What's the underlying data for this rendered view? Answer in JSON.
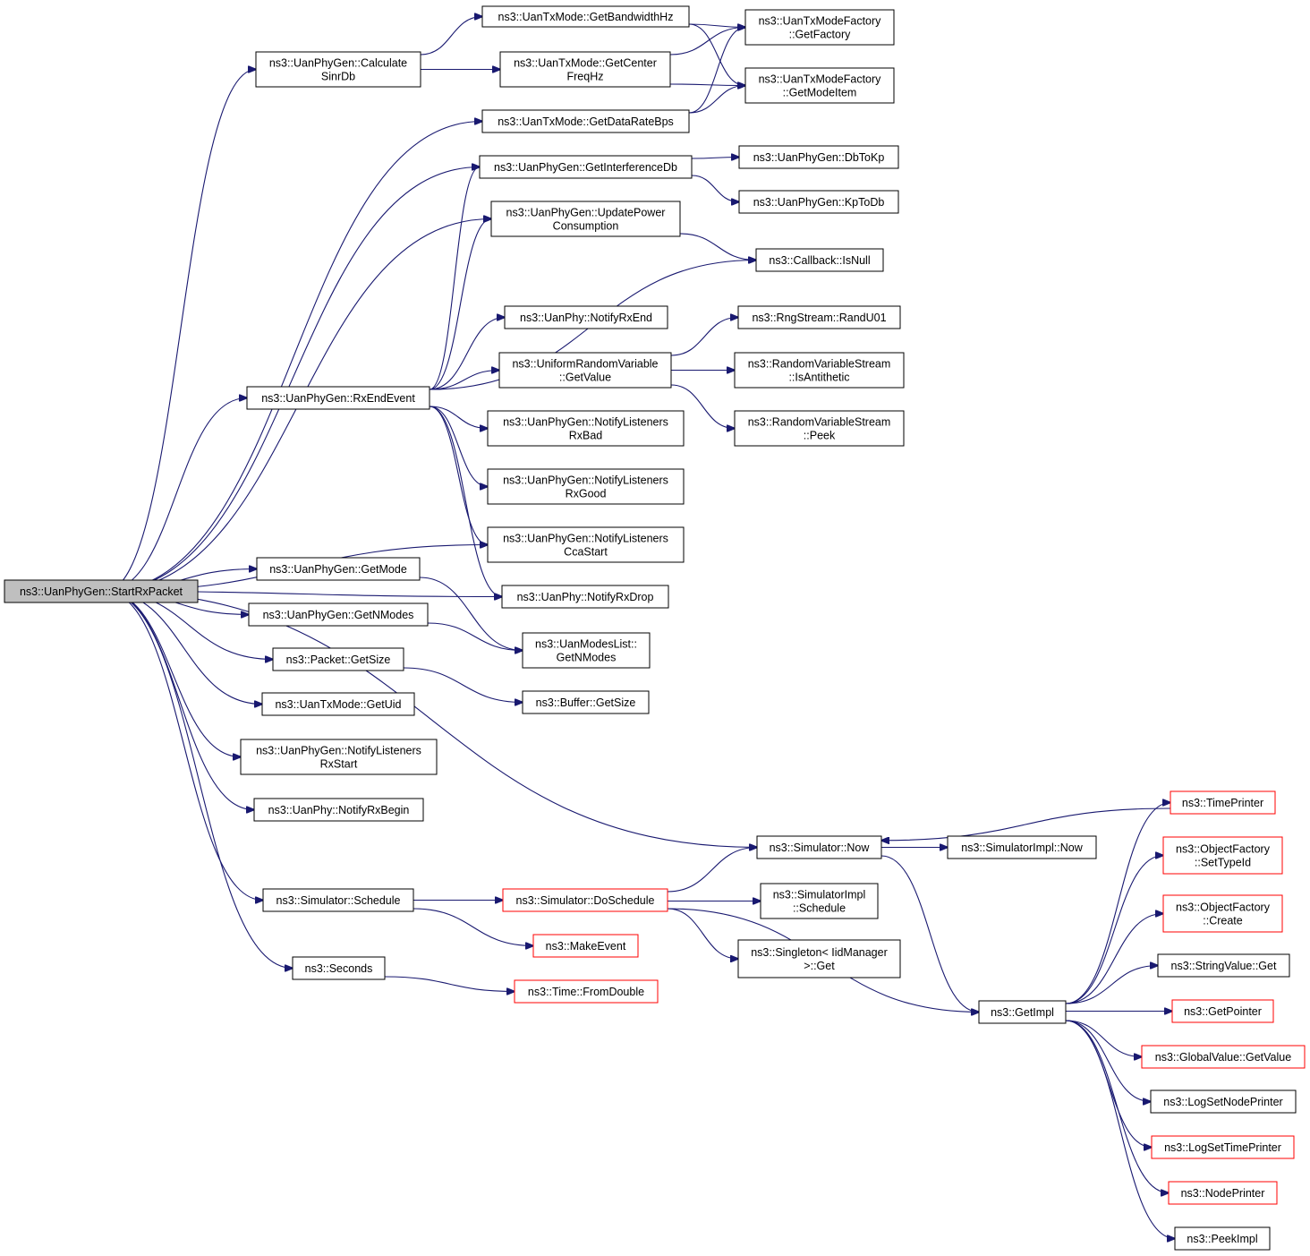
{
  "colors": {
    "edge": "#191970",
    "node_border": "#000000",
    "node_border_red": "#ff0000",
    "root_fill": "#bfbfbf"
  },
  "nodes": [
    {
      "id": "StartRxPacket",
      "lines": [
        "ns3::UanPhyGen::StartRxPacket"
      ],
      "style": "root"
    },
    {
      "id": "CalculateSinrDb",
      "lines": [
        "ns3::UanPhyGen::Calculate",
        "SinrDb"
      ],
      "style": "normal"
    },
    {
      "id": "GetBandwidthHz",
      "lines": [
        "ns3::UanTxMode::GetBandwidthHz"
      ],
      "style": "normal"
    },
    {
      "id": "GetCenterFreqHz",
      "lines": [
        "ns3::UanTxMode::GetCenter",
        "FreqHz"
      ],
      "style": "normal"
    },
    {
      "id": "GetDataRateBps",
      "lines": [
        "ns3::UanTxMode::GetDataRateBps"
      ],
      "style": "normal"
    },
    {
      "id": "GetFactory",
      "lines": [
        "ns3::UanTxModeFactory",
        "::GetFactory"
      ],
      "style": "normal"
    },
    {
      "id": "GetModeItem",
      "lines": [
        "ns3::UanTxModeFactory",
        "::GetModeItem"
      ],
      "style": "normal"
    },
    {
      "id": "GetInterferenceDb",
      "lines": [
        "ns3::UanPhyGen::GetInterferenceDb"
      ],
      "style": "normal"
    },
    {
      "id": "DbToKp",
      "lines": [
        "ns3::UanPhyGen::DbToKp"
      ],
      "style": "normal"
    },
    {
      "id": "KpToDb",
      "lines": [
        "ns3::UanPhyGen::KpToDb"
      ],
      "style": "normal"
    },
    {
      "id": "UpdatePower",
      "lines": [
        "ns3::UanPhyGen::UpdatePower",
        "Consumption"
      ],
      "style": "normal"
    },
    {
      "id": "IsNull",
      "lines": [
        "ns3::Callback::IsNull"
      ],
      "style": "normal"
    },
    {
      "id": "NotifyRxEnd",
      "lines": [
        "ns3::UanPhy::NotifyRxEnd"
      ],
      "style": "normal"
    },
    {
      "id": "RandU01",
      "lines": [
        "ns3::RngStream::RandU01"
      ],
      "style": "normal"
    },
    {
      "id": "URVGetValue",
      "lines": [
        "ns3::UniformRandomVariable",
        "::GetValue"
      ],
      "style": "normal"
    },
    {
      "id": "IsAntithetic",
      "lines": [
        "ns3::RandomVariableStream",
        "::IsAntithetic"
      ],
      "style": "normal"
    },
    {
      "id": "RxEndEvent",
      "lines": [
        "ns3::UanPhyGen::RxEndEvent"
      ],
      "style": "normal"
    },
    {
      "id": "Peek",
      "lines": [
        "ns3::RandomVariableStream",
        "::Peek"
      ],
      "style": "normal"
    },
    {
      "id": "NLRxBad",
      "lines": [
        "ns3::UanPhyGen::NotifyListeners",
        "RxBad"
      ],
      "style": "normal"
    },
    {
      "id": "NLRxGood",
      "lines": [
        "ns3::UanPhyGen::NotifyListeners",
        "RxGood"
      ],
      "style": "normal"
    },
    {
      "id": "NLCcaStart",
      "lines": [
        "ns3::UanPhyGen::NotifyListeners",
        "CcaStart"
      ],
      "style": "normal"
    },
    {
      "id": "GetMode",
      "lines": [
        "ns3::UanPhyGen::GetMode"
      ],
      "style": "normal"
    },
    {
      "id": "NotifyRxDrop",
      "lines": [
        "ns3::UanPhy::NotifyRxDrop"
      ],
      "style": "normal"
    },
    {
      "id": "GetNModes",
      "lines": [
        "ns3::UanPhyGen::GetNModes"
      ],
      "style": "normal"
    },
    {
      "id": "ModesListGetNModes",
      "lines": [
        "ns3::UanModesList::",
        "GetNModes"
      ],
      "style": "normal"
    },
    {
      "id": "PacketGetSize",
      "lines": [
        "ns3::Packet::GetSize"
      ],
      "style": "normal"
    },
    {
      "id": "BufferGetSize",
      "lines": [
        "ns3::Buffer::GetSize"
      ],
      "style": "normal"
    },
    {
      "id": "GetUid",
      "lines": [
        "ns3::UanTxMode::GetUid"
      ],
      "style": "normal"
    },
    {
      "id": "NLRxStart",
      "lines": [
        "ns3::UanPhyGen::NotifyListeners",
        "RxStart"
      ],
      "style": "normal"
    },
    {
      "id": "NotifyRxBegin",
      "lines": [
        "ns3::UanPhy::NotifyRxBegin"
      ],
      "style": "normal"
    },
    {
      "id": "TimePrinter",
      "lines": [
        "ns3::TimePrinter"
      ],
      "style": "red"
    },
    {
      "id": "SimNow",
      "lines": [
        "ns3::Simulator::Now"
      ],
      "style": "normal"
    },
    {
      "id": "SimImplNow",
      "lines": [
        "ns3::SimulatorImpl::Now"
      ],
      "style": "normal"
    },
    {
      "id": "SetTypeId",
      "lines": [
        "ns3::ObjectFactory",
        "::SetTypeId"
      ],
      "style": "red"
    },
    {
      "id": "SimSchedule",
      "lines": [
        "ns3::Simulator::Schedule"
      ],
      "style": "normal"
    },
    {
      "id": "DoSchedule",
      "lines": [
        "ns3::Simulator::DoSchedule"
      ],
      "style": "red"
    },
    {
      "id": "SimImplSchedule",
      "lines": [
        "ns3::SimulatorImpl",
        "::Schedule"
      ],
      "style": "normal"
    },
    {
      "id": "OFCreate",
      "lines": [
        "ns3::ObjectFactory",
        "::Create"
      ],
      "style": "red"
    },
    {
      "id": "MakeEvent",
      "lines": [
        "ns3::MakeEvent"
      ],
      "style": "red"
    },
    {
      "id": "SingletonGet",
      "lines": [
        "ns3::Singleton< IidManager",
        ">::Get"
      ],
      "style": "normal"
    },
    {
      "id": "Seconds",
      "lines": [
        "ns3::Seconds"
      ],
      "style": "normal"
    },
    {
      "id": "StringValueGet",
      "lines": [
        "ns3::StringValue::Get"
      ],
      "style": "normal"
    },
    {
      "id": "FromDouble",
      "lines": [
        "ns3::Time::FromDouble"
      ],
      "style": "red"
    },
    {
      "id": "GetImpl",
      "lines": [
        "ns3::GetImpl"
      ],
      "style": "normal"
    },
    {
      "id": "GetPointer",
      "lines": [
        "ns3::GetPointer"
      ],
      "style": "red"
    },
    {
      "id": "GVGetValue",
      "lines": [
        "ns3::GlobalValue::GetValue"
      ],
      "style": "red"
    },
    {
      "id": "LogSetNodePrinter",
      "lines": [
        "ns3::LogSetNodePrinter"
      ],
      "style": "normal"
    },
    {
      "id": "LogSetTimePrinter",
      "lines": [
        "ns3::LogSetTimePrinter"
      ],
      "style": "red"
    },
    {
      "id": "NodePrinter",
      "lines": [
        "ns3::NodePrinter"
      ],
      "style": "red"
    },
    {
      "id": "PeekImpl",
      "lines": [
        "ns3::PeekImpl"
      ],
      "style": "normal"
    }
  ],
  "edges": [
    {
      "from": "StartRxPacket",
      "to": "CalculateSinrDb"
    },
    {
      "from": "StartRxPacket",
      "to": "GetDataRateBps"
    },
    {
      "from": "StartRxPacket",
      "to": "GetInterferenceDb"
    },
    {
      "from": "StartRxPacket",
      "to": "UpdatePower"
    },
    {
      "from": "StartRxPacket",
      "to": "RxEndEvent"
    },
    {
      "from": "StartRxPacket",
      "to": "NLCcaStart"
    },
    {
      "from": "StartRxPacket",
      "to": "NotifyRxDrop"
    },
    {
      "from": "StartRxPacket",
      "to": "GetMode"
    },
    {
      "from": "StartRxPacket",
      "to": "GetNModes"
    },
    {
      "from": "StartRxPacket",
      "to": "PacketGetSize"
    },
    {
      "from": "StartRxPacket",
      "to": "GetUid"
    },
    {
      "from": "StartRxPacket",
      "to": "NLRxStart"
    },
    {
      "from": "StartRxPacket",
      "to": "NotifyRxBegin"
    },
    {
      "from": "StartRxPacket",
      "to": "SimNow"
    },
    {
      "from": "StartRxPacket",
      "to": "SimSchedule"
    },
    {
      "from": "StartRxPacket",
      "to": "Seconds"
    },
    {
      "from": "CalculateSinrDb",
      "to": "GetBandwidthHz"
    },
    {
      "from": "CalculateSinrDb",
      "to": "GetCenterFreqHz"
    },
    {
      "from": "GetBandwidthHz",
      "to": "GetFactory"
    },
    {
      "from": "GetBandwidthHz",
      "to": "GetModeItem"
    },
    {
      "from": "GetCenterFreqHz",
      "to": "GetFactory"
    },
    {
      "from": "GetCenterFreqHz",
      "to": "GetModeItem"
    },
    {
      "from": "GetDataRateBps",
      "to": "GetFactory"
    },
    {
      "from": "GetDataRateBps",
      "to": "GetModeItem"
    },
    {
      "from": "GetInterferenceDb",
      "to": "DbToKp"
    },
    {
      "from": "GetInterferenceDb",
      "to": "KpToDb"
    },
    {
      "from": "UpdatePower",
      "to": "IsNull"
    },
    {
      "from": "RxEndEvent",
      "to": "GetInterferenceDb"
    },
    {
      "from": "RxEndEvent",
      "to": "UpdatePower"
    },
    {
      "from": "RxEndEvent",
      "to": "IsNull"
    },
    {
      "from": "RxEndEvent",
      "to": "NotifyRxEnd"
    },
    {
      "from": "RxEndEvent",
      "to": "URVGetValue"
    },
    {
      "from": "RxEndEvent",
      "to": "NLRxBad"
    },
    {
      "from": "RxEndEvent",
      "to": "NLRxGood"
    },
    {
      "from": "RxEndEvent",
      "to": "NLCcaStart"
    },
    {
      "from": "RxEndEvent",
      "to": "NotifyRxDrop"
    },
    {
      "from": "URVGetValue",
      "to": "RandU01"
    },
    {
      "from": "URVGetValue",
      "to": "IsAntithetic"
    },
    {
      "from": "URVGetValue",
      "to": "Peek"
    },
    {
      "from": "GetMode",
      "to": "ModesListGetNModes"
    },
    {
      "from": "GetNModes",
      "to": "ModesListGetNModes"
    },
    {
      "from": "PacketGetSize",
      "to": "BufferGetSize"
    },
    {
      "from": "SimNow",
      "to": "SimImplNow"
    },
    {
      "from": "SimNow",
      "to": "GetImpl"
    },
    {
      "from": "TimePrinter",
      "to": "SimNow"
    },
    {
      "from": "SimSchedule",
      "to": "DoSchedule"
    },
    {
      "from": "SimSchedule",
      "to": "MakeEvent"
    },
    {
      "from": "DoSchedule",
      "to": "SimNow"
    },
    {
      "from": "DoSchedule",
      "to": "SimImplSchedule"
    },
    {
      "from": "DoSchedule",
      "to": "SingletonGet"
    },
    {
      "from": "DoSchedule",
      "to": "GetImpl"
    },
    {
      "from": "Seconds",
      "to": "FromDouble"
    },
    {
      "from": "GetImpl",
      "to": "TimePrinter"
    },
    {
      "from": "GetImpl",
      "to": "SetTypeId"
    },
    {
      "from": "GetImpl",
      "to": "OFCreate"
    },
    {
      "from": "GetImpl",
      "to": "StringValueGet"
    },
    {
      "from": "GetImpl",
      "to": "GetPointer"
    },
    {
      "from": "GetImpl",
      "to": "GVGetValue"
    },
    {
      "from": "GetImpl",
      "to": "LogSetNodePrinter"
    },
    {
      "from": "GetImpl",
      "to": "LogSetTimePrinter"
    },
    {
      "from": "GetImpl",
      "to": "NodePrinter"
    },
    {
      "from": "GetImpl",
      "to": "PeekImpl"
    }
  ]
}
